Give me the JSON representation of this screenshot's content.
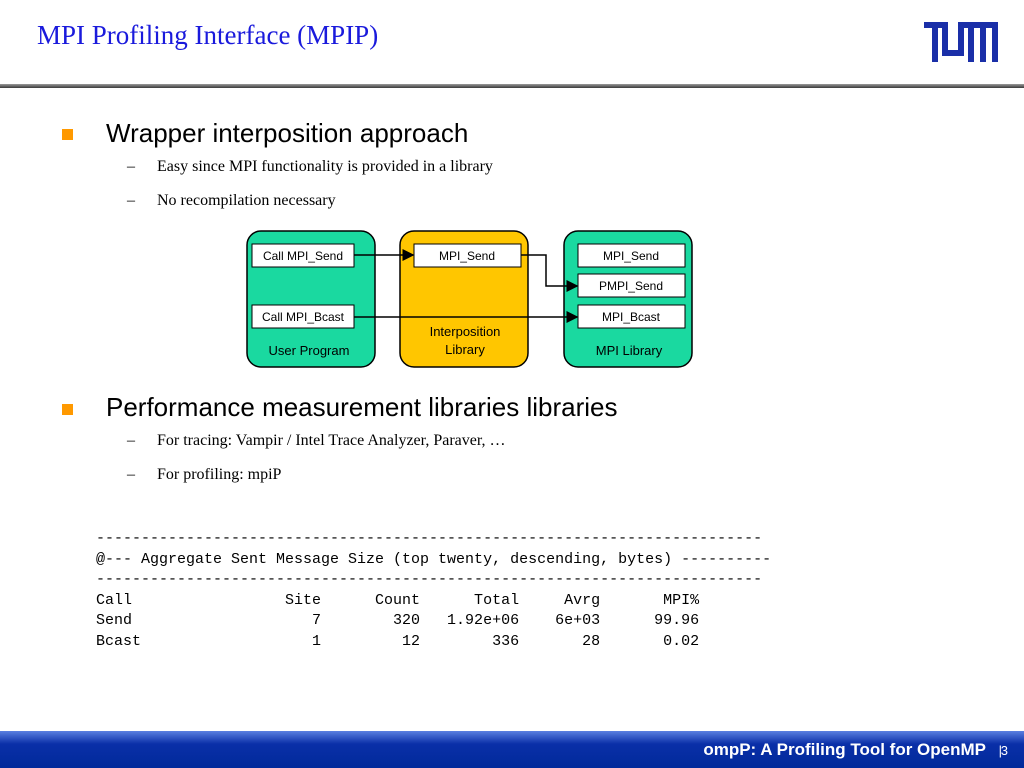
{
  "header": {
    "title": "MPI Profiling Interface (MPIP)"
  },
  "bullets": [
    {
      "text": "Wrapper interposition approach",
      "subs": [
        "Easy since MPI functionality is provided in a library",
        "No recompilation necessary"
      ]
    },
    {
      "text": "Performance measurement libraries libraries",
      "subs": [
        "For tracing: Vampir / Intel Trace Analyzer, Paraver, …",
        "For profiling: mpiP"
      ]
    }
  ],
  "diagram": {
    "user_program": {
      "label": "User Program",
      "calls": [
        "Call MPI_Send",
        "Call MPI_Bcast"
      ]
    },
    "interposition": {
      "label_line1": "Interposition",
      "label_line2": "Library",
      "send": "MPI_Send"
    },
    "mpi_library": {
      "label": "MPI Library",
      "send": "MPI_Send",
      "psend": "PMPI_Send",
      "bcast": "MPI_Bcast"
    },
    "colors": {
      "green": "#1ad9a0",
      "yellow": "#ffc600"
    }
  },
  "report": {
    "rule": "--------------------------------------------------------------------------",
    "heading": "@--- Aggregate Sent Message Size (top twenty, descending, bytes) ----------",
    "columns": [
      "Call",
      "Site",
      "Count",
      "Total",
      "Avrg",
      "MPI%"
    ],
    "rows": [
      [
        "Send",
        "7",
        "320",
        "1.92e+06",
        "6e+03",
        "99.96"
      ],
      [
        "Bcast",
        "1",
        "12",
        "336",
        "28",
        "0.02"
      ]
    ]
  },
  "footer": {
    "text": "ompP: A Profiling Tool for OpenMP",
    "separator": "|",
    "page": "3"
  }
}
